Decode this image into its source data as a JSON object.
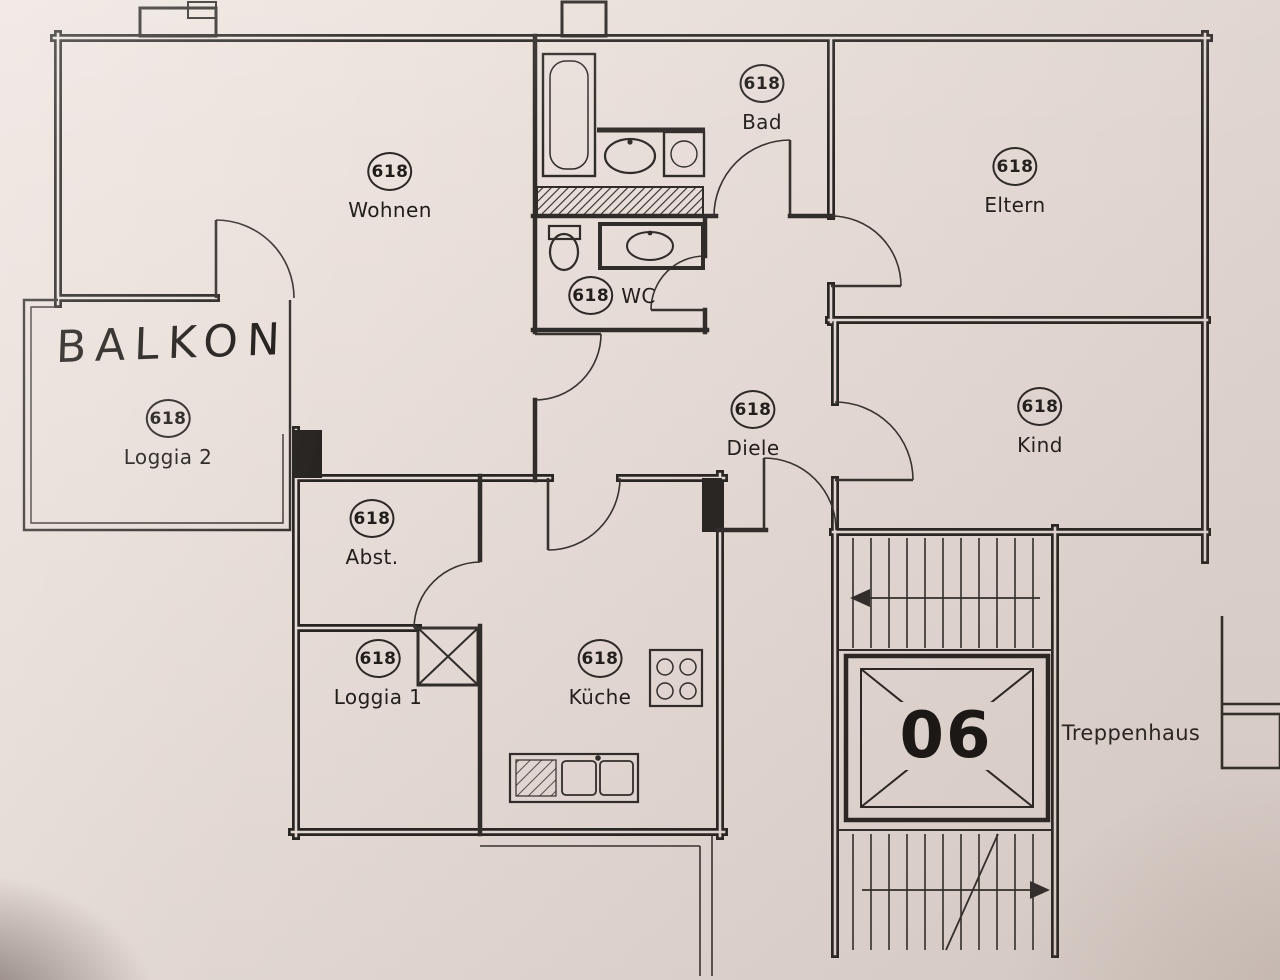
{
  "unit_number": "618",
  "rooms": [
    {
      "key": "wohnen",
      "number": "618",
      "name": "Wohnen"
    },
    {
      "key": "bad",
      "number": "618",
      "name": "Bad"
    },
    {
      "key": "eltern",
      "number": "618",
      "name": "Eltern"
    },
    {
      "key": "wc",
      "number": "618",
      "name": "WC"
    },
    {
      "key": "loggia-2",
      "number": "618",
      "name": "Loggia 2"
    },
    {
      "key": "diele",
      "number": "618",
      "name": "Diele"
    },
    {
      "key": "kind",
      "number": "618",
      "name": "Kind"
    },
    {
      "key": "abstellraum",
      "number": "618",
      "name": "Abst."
    },
    {
      "key": "loggia-1",
      "number": "618",
      "name": "Loggia 1"
    },
    {
      "key": "kueche",
      "number": "618",
      "name": "Küche"
    }
  ],
  "annotations": {
    "balkon": "BALKON",
    "elevator_number": "06",
    "stairwell": "Treppenhaus"
  },
  "colors": {
    "paper": "#ece2dd",
    "ink": "#2e2b29"
  }
}
